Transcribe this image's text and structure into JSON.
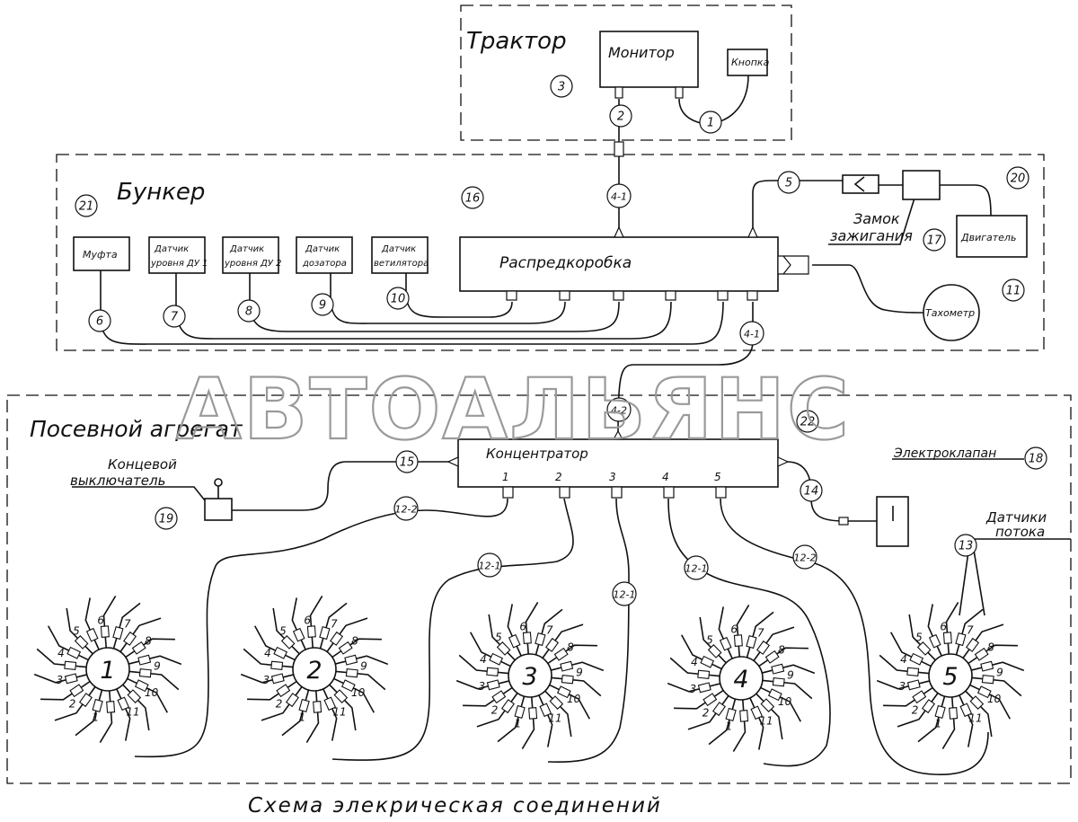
{
  "regions": {
    "tractor": "Трактор",
    "hopper": "Бункер",
    "seeding_unit": "Посевной агрегат"
  },
  "components": {
    "monitor": "Монитор",
    "button": "Кнопка",
    "distribution_box": "Распредкоробка",
    "coupling": "Муфта",
    "level_sensor_1": [
      "Датчик",
      "уровня ДУ 1"
    ],
    "level_sensor_2": [
      "Датчик",
      "уровня ДУ 2"
    ],
    "dispenser_sensor": [
      "Датчик",
      "дозатора"
    ],
    "fan_sensor": [
      "Датчик",
      "ветилятора"
    ],
    "engine": "Двигатель",
    "ignition_lock": [
      "Замок",
      "зажигания"
    ],
    "tachometer": "Тахометр",
    "concentrator": "Концентратор",
    "limit_switch": [
      "Концевой",
      "выключатель"
    ],
    "solenoid_valve": "Электроклапан",
    "flow_sensors": [
      "Датчики",
      "потока"
    ]
  },
  "callouts": [
    "1",
    "2",
    "3",
    "4-1",
    "5",
    "6",
    "7",
    "8",
    "9",
    "10",
    "11",
    "12-2",
    "12-1",
    "12-1",
    "12-1",
    "12-2",
    "13",
    "14",
    "15",
    "16",
    "17",
    "18",
    "19",
    "20",
    "21",
    "22",
    "4-1",
    "4-2"
  ],
  "concentrator_ports": [
    "1",
    "2",
    "3",
    "4",
    "5"
  ],
  "sensor_numbers": [
    "1",
    "2",
    "3",
    "4",
    "5",
    "6",
    "7",
    "8",
    "9",
    "10",
    "11"
  ],
  "distributors": [
    "1",
    "2",
    "3",
    "4",
    "5"
  ],
  "watermark": "АВТОАЛЬЯНС",
  "caption": "Схема элекрическая соединений"
}
